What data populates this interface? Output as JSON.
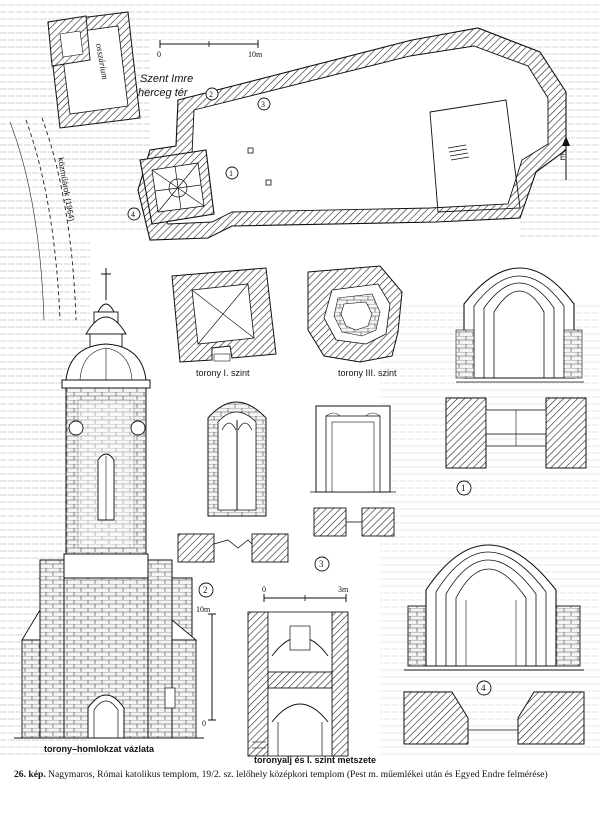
{
  "figure": {
    "caption_number": "26. kép.",
    "caption_text": "Nagymaros, Római katolikus templom, 19/2. sz. lelőhely középkori templom (Pest m. műemlékei után és Egyed Endre felmérése)"
  },
  "plan": {
    "scale_zero": "0",
    "scale_max": "10m",
    "square_label_line1": "Szent Imre",
    "square_label_line2": "herceg tér",
    "ossuary_label": "osszárium",
    "trench_label": "közműárok (1964)",
    "markers": [
      "1",
      "2",
      "3",
      "4"
    ],
    "north_label": "É"
  },
  "tower_plans": {
    "level1_label": "torony I. szint",
    "level3_label": "torony III. szint"
  },
  "elevation": {
    "label": "torony–homlokzat vázlata",
    "scale_zero": "0",
    "scale_max": "10m"
  },
  "section": {
    "label": "toronyalj és I. szint metszete",
    "scale_zero": "0",
    "scale_max": "3m"
  },
  "details": {
    "marker_1": "1",
    "marker_2": "2",
    "marker_3": "3",
    "marker_4": "4"
  }
}
